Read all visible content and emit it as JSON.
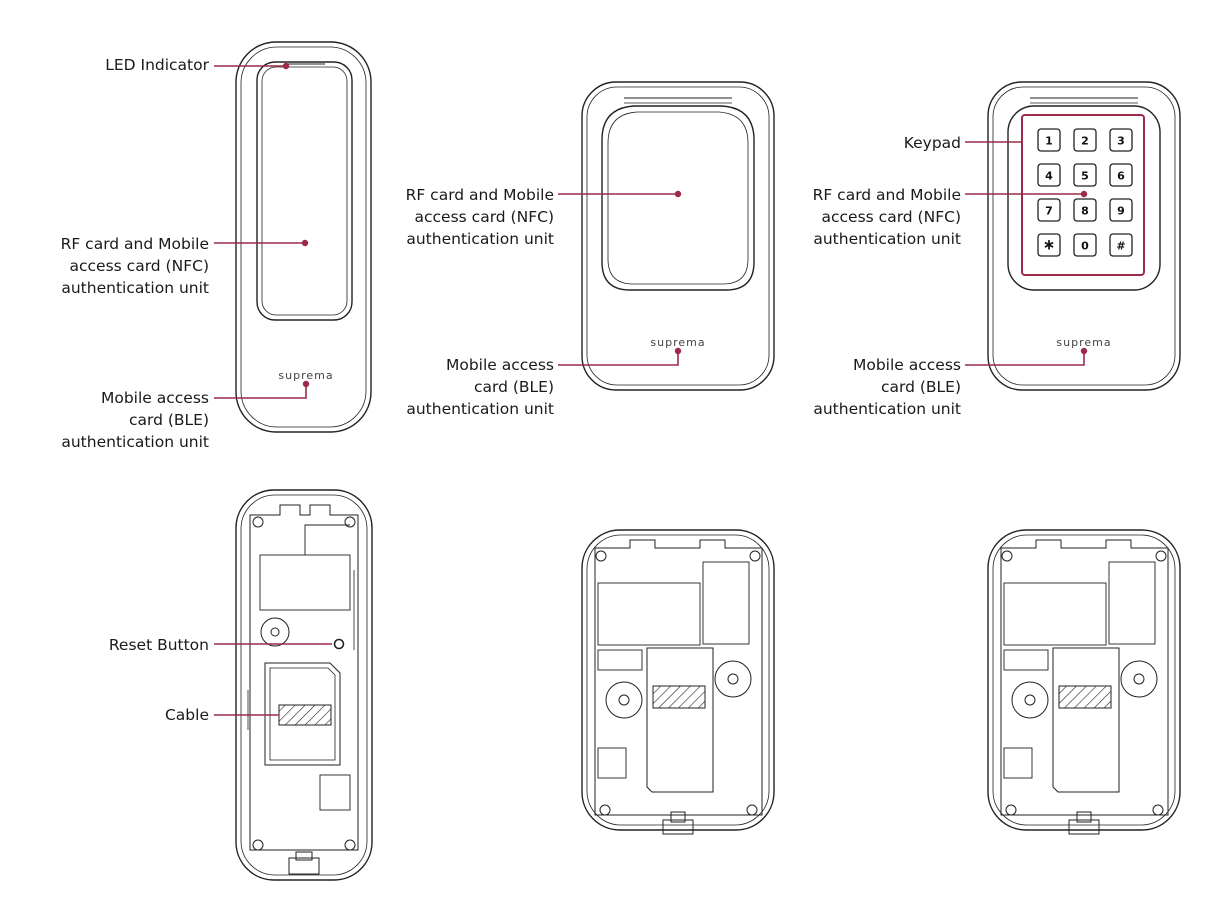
{
  "accent_color": "#9c2a48",
  "brand_text": "suprema",
  "keypad_keys": [
    "1",
    "2",
    "3",
    "4",
    "5",
    "6",
    "7",
    "8",
    "9",
    "∗",
    "0",
    "#"
  ],
  "labels": {
    "slim_led": "LED Indicator",
    "slim_rf": [
      "RF card and Mobile",
      "access card (NFC)",
      "authentication unit"
    ],
    "slim_ble": [
      "Mobile access",
      "card (BLE)",
      "authentication unit"
    ],
    "std_rf": [
      "RF card and Mobile",
      "access card (NFC)",
      "authentication unit"
    ],
    "std_ble": [
      "Mobile access",
      "card (BLE)",
      "authentication unit"
    ],
    "kp_keypad": "Keypad",
    "kp_rf": [
      "RF card and Mobile",
      "access card (NFC)",
      "authentication unit"
    ],
    "kp_ble": [
      "Mobile access",
      "card (BLE)",
      "authentication unit"
    ],
    "reset": "Reset Button",
    "cable": "Cable"
  }
}
